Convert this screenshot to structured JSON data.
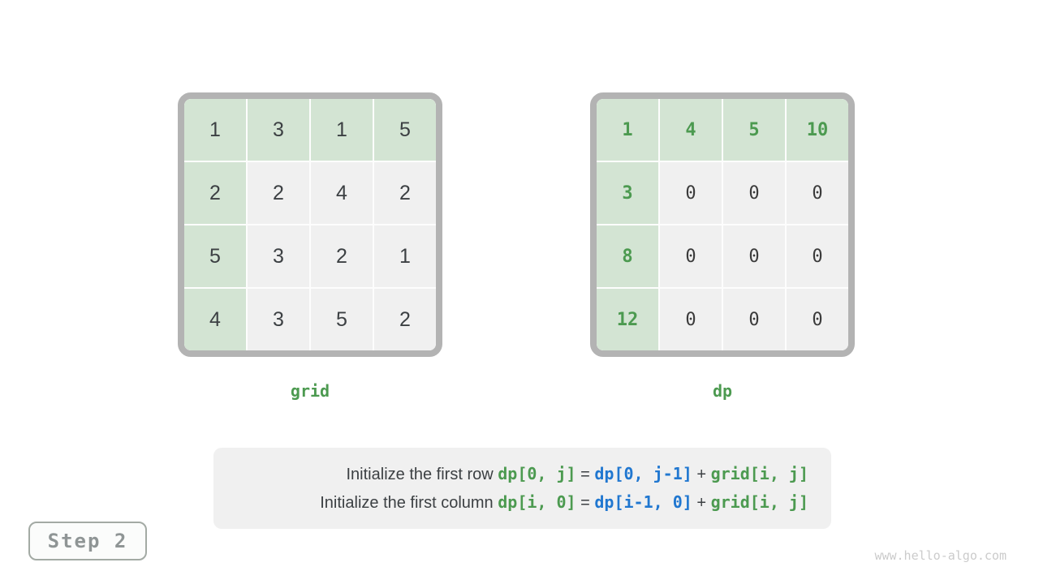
{
  "watermark": "www.hello-algo.com",
  "step_badge": {
    "label": "Step 2"
  },
  "colors": {
    "green_cell_bg": "#d3e4d3",
    "plain_cell_bg": "#f0f0f0",
    "green_text": "#4c9a50",
    "blue_text": "#2077d0",
    "dark_text": "#3c4043",
    "frame_gray": "#b3b3b3",
    "caption_bg": "#f0f0f0"
  },
  "matrices": [
    {
      "label": "grid",
      "value_style": "plain",
      "rows": [
        [
          "1",
          "3",
          "1",
          "5"
        ],
        [
          "2",
          "2",
          "4",
          "2"
        ],
        [
          "5",
          "3",
          "2",
          "1"
        ],
        [
          "4",
          "3",
          "5",
          "2"
        ]
      ]
    },
    {
      "label": "dp",
      "value_style": "code",
      "rows": [
        [
          "1",
          "4",
          "5",
          "10"
        ],
        [
          "3",
          "0",
          "0",
          "0"
        ],
        [
          "8",
          "0",
          "0",
          "0"
        ],
        [
          "12",
          "0",
          "0",
          "0"
        ]
      ]
    }
  ],
  "caption": {
    "lines": [
      {
        "segments": [
          {
            "text": "Initialize the first row ",
            "style": "plain"
          },
          {
            "text": "dp[0, j]",
            "style": "code-green"
          },
          {
            "text": " = ",
            "style": "plain"
          },
          {
            "text": "dp[0, j-1]",
            "style": "code-blue"
          },
          {
            "text": " + ",
            "style": "plain"
          },
          {
            "text": "grid[i, j]",
            "style": "code-green"
          }
        ]
      },
      {
        "segments": [
          {
            "text": "Initialize the first column ",
            "style": "plain"
          },
          {
            "text": "dp[i, 0]",
            "style": "code-green"
          },
          {
            "text": " = ",
            "style": "plain"
          },
          {
            "text": "dp[i-1, 0]",
            "style": "code-blue"
          },
          {
            "text": " + ",
            "style": "plain"
          },
          {
            "text": "grid[i, j]",
            "style": "code-green"
          }
        ]
      }
    ]
  }
}
